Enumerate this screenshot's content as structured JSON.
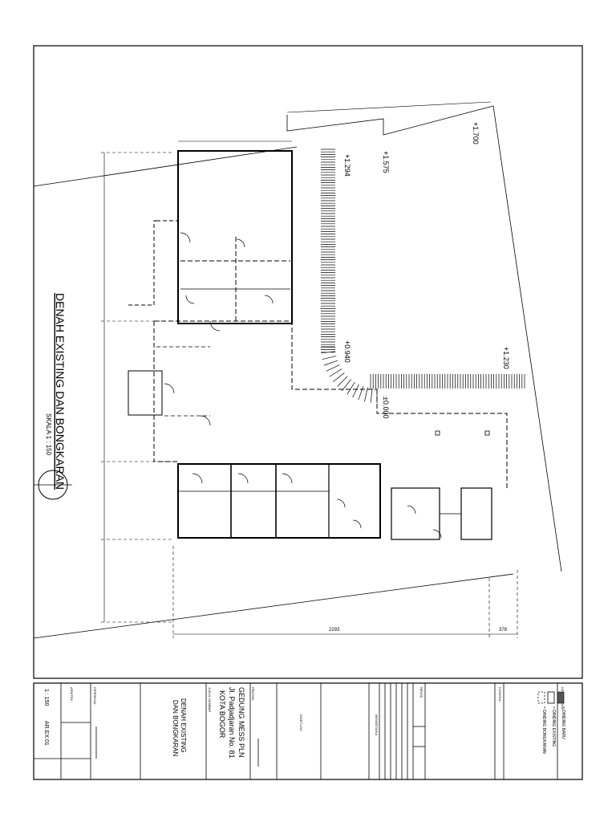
{
  "plan": {
    "title": "DENAH EXISTING DAN BONGKARAN",
    "scale_label": "SKALA   1 : 150",
    "elevations": {
      "e1700": "+1.700",
      "e1575": "+1.575",
      "e1294": "+1.294",
      "e0940": "+0.940",
      "e1230": "+1.230",
      "e0000": "±0.000"
    },
    "dimensions": {
      "bottom_main": "2293",
      "bottom_right": "378"
    }
  },
  "title_block": {
    "scale": "1 : 150",
    "sheet_code": "AR.EX.01",
    "diperiksa_label": "DIPERIKSA :",
    "arsitek_label": "ARSITEK :",
    "drawing_title_line1": "DENAH EXISTING",
    "drawing_title_line2": "DAN BONGKARAN",
    "judul_label": "JUDUL GAMBAR",
    "project_label": "PROYEK",
    "project_line1": "GEDUNG MESS PLN",
    "project_line2": "Jl. Padjadjaran No. 81",
    "project_line3": "KOTA BOGOR",
    "disetujui_label": "DISETUJUI",
    "mengetahui_label": "MENGETAHUI",
    "revisi_label": "REVISI",
    "catatan_label": "CATATAN",
    "keterangan_label": "KETERANGAN",
    "legend": [
      {
        "name": "= DINDING BARU"
      },
      {
        "name": "= DINDING EXISTING"
      },
      {
        "name": "= DINDING BONGKARAN"
      }
    ]
  }
}
